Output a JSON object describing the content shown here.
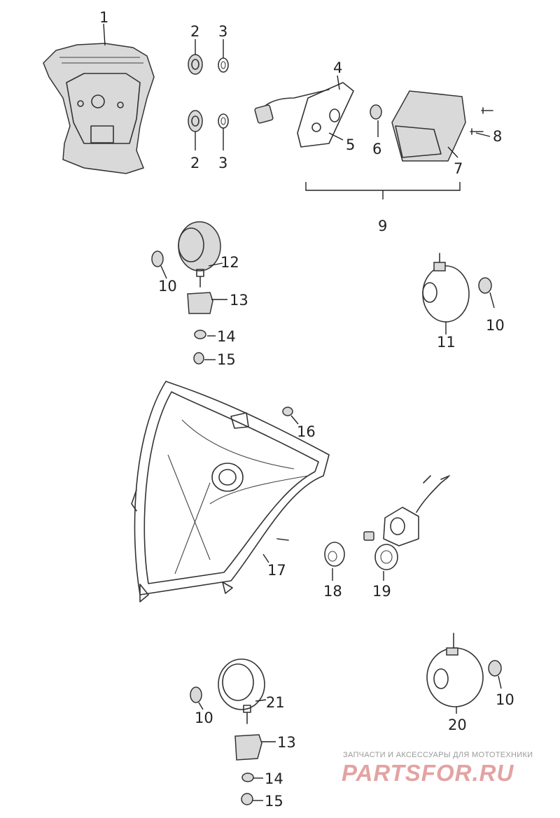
{
  "callouts": {
    "c1": "1",
    "c2a": "2",
    "c3a": "3",
    "c2b": "2",
    "c3b": "3",
    "c4": "4",
    "c5": "5",
    "c6": "6",
    "c7": "7",
    "c8": "8",
    "c9": "9",
    "c12": "12",
    "c10a": "10",
    "c13a": "13",
    "c14a": "14",
    "c15a": "15",
    "c11": "11",
    "c10b": "10",
    "c16": "16",
    "c17": "17",
    "c18": "18",
    "c19": "19",
    "c21": "21",
    "c10c": "10",
    "c13b": "13",
    "c14b": "14",
    "c15b": "15",
    "c20": "20",
    "c10d": "10"
  },
  "watermark": {
    "caption": "ЗАПЧАСТИ И АКСЕССУАРЫ ДЛЯ МОТОТЕХНИКИ",
    "logo_text": "PARTSFOR.RU",
    "logo_color": "#e3a3a3"
  }
}
